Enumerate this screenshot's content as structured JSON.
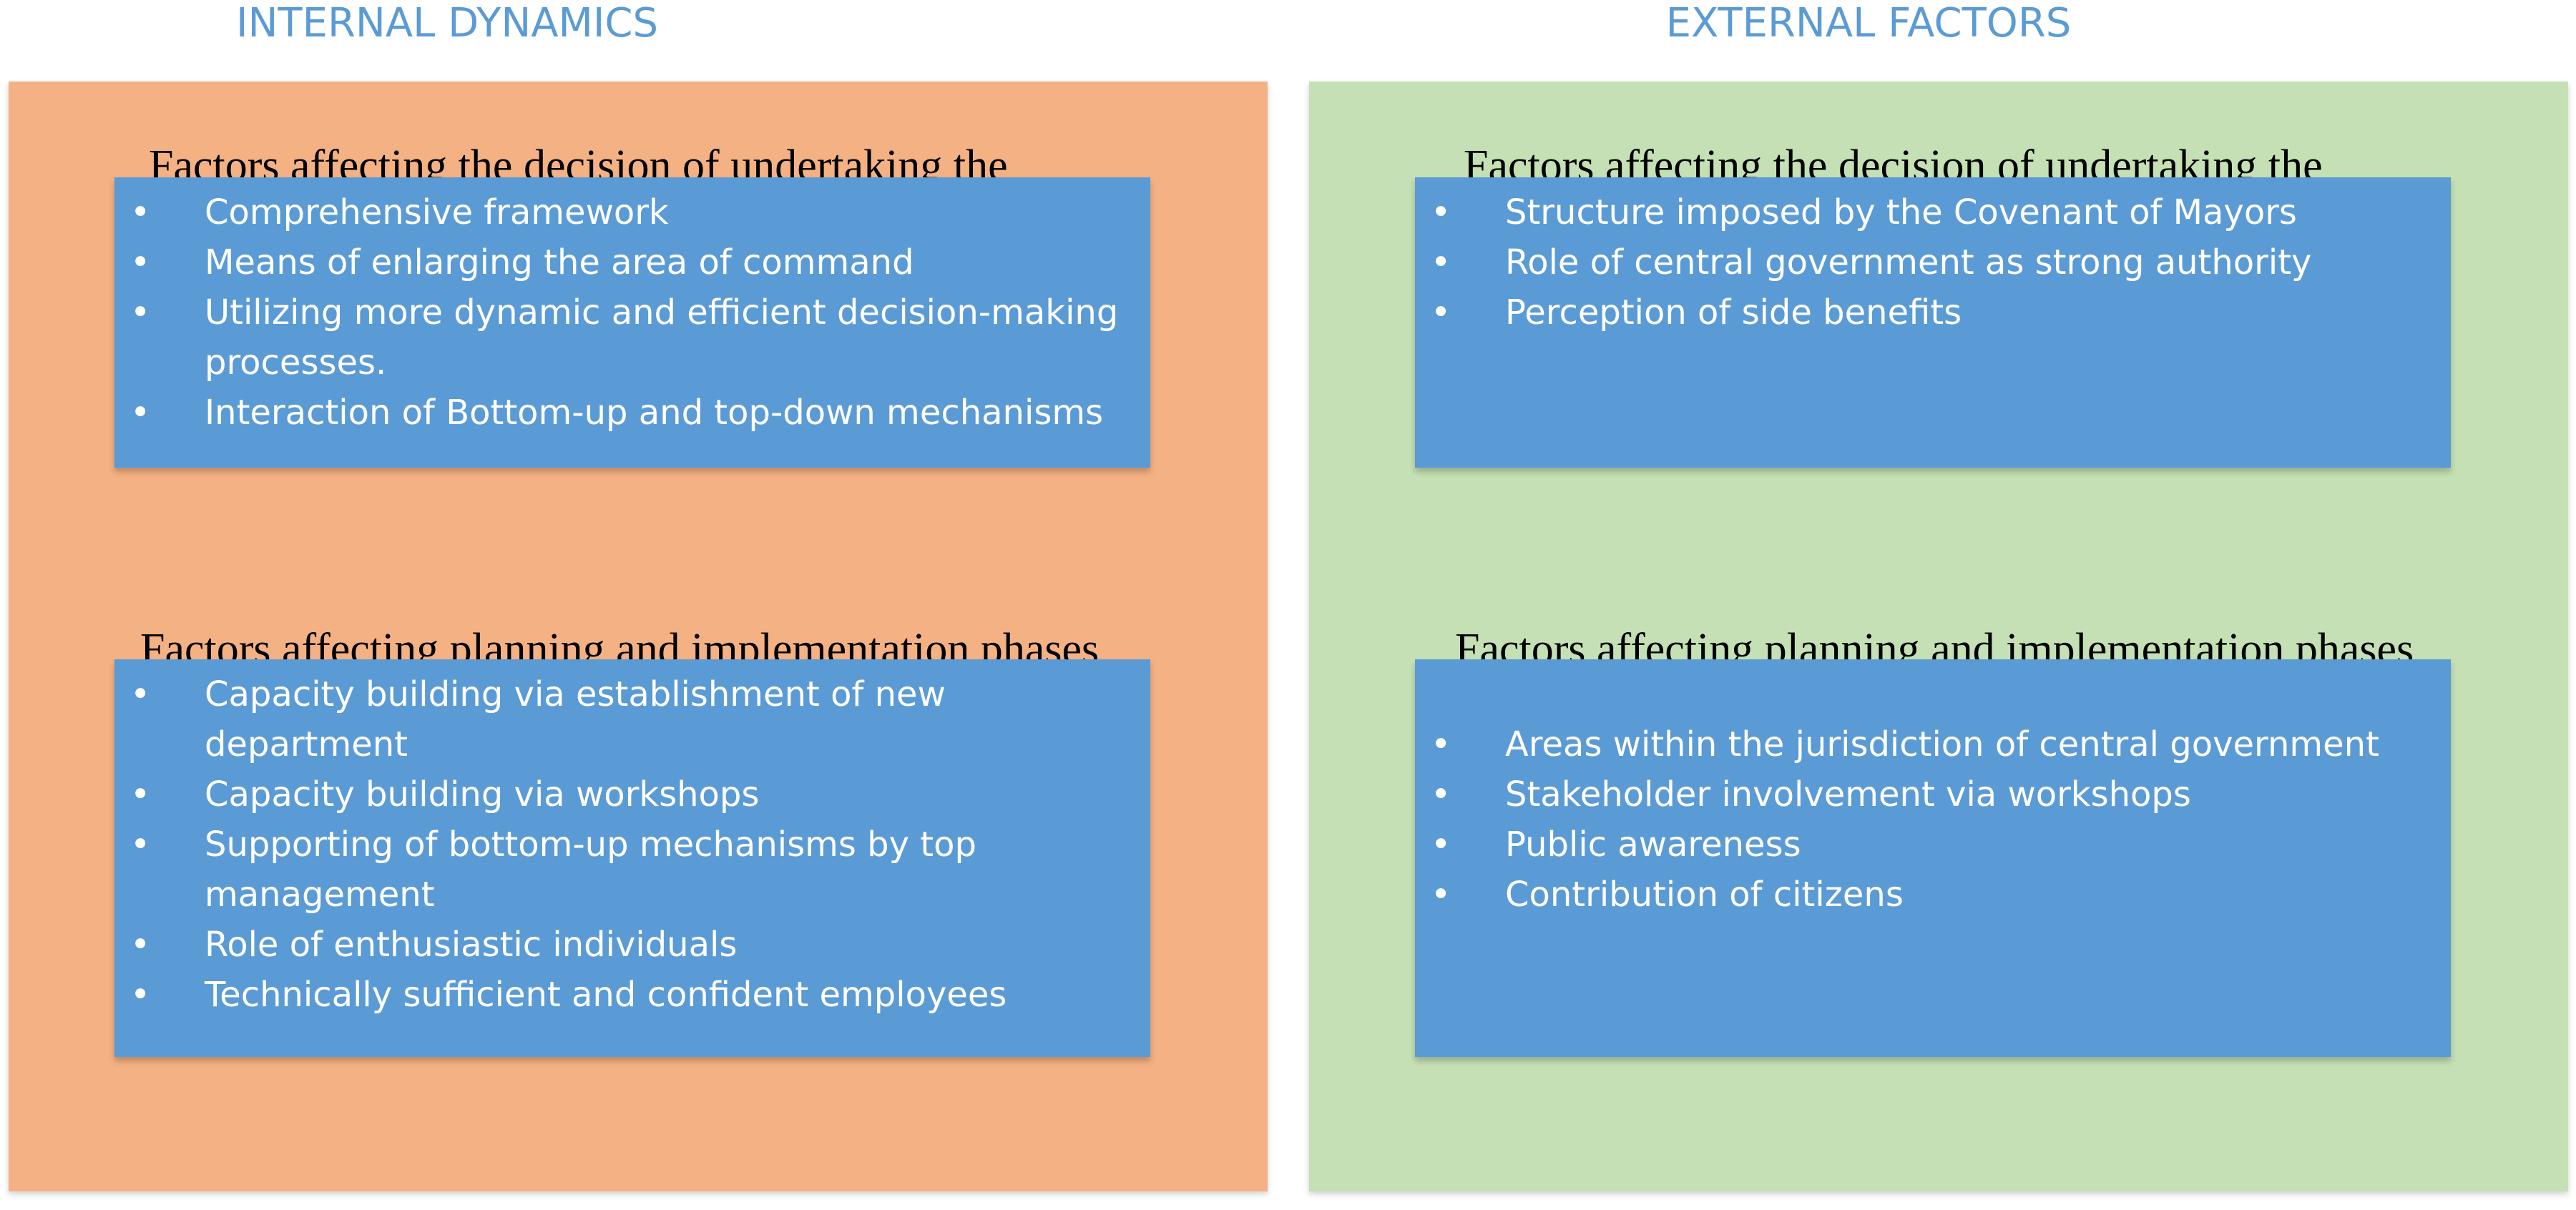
{
  "internal": {
    "title": "INTERNAL DYNAMICS",
    "decision": {
      "heading": "Factors affecting the decision of undertaking the endeavour",
      "items": [
        "Comprehensive framework",
        "Means of enlarging the area of command",
        "Utilizing more dynamic and efficient decision-making processes.",
        "Interaction of Bottom-up and top-down mechanisms"
      ]
    },
    "planning": {
      "heading": "Factors affecting planning and implementation phases",
      "items": [
        "Capacity building via establishment of new department",
        "Capacity building via workshops",
        "Supporting of bottom-up mechanisms by top management",
        "Role of enthusiastic individuals",
        "Technically sufficient and confident employees"
      ]
    }
  },
  "external": {
    "title": "EXTERNAL FACTORS",
    "decision": {
      "heading": "Factors affecting the decision of undertaking the endeavour",
      "items": [
        "Structure imposed by the Covenant of Mayors",
        "Role of central government as strong authority",
        "Perception of side benefits"
      ]
    },
    "planning": {
      "heading": "Factors affecting planning and implementation phases",
      "items": [
        "Areas within the jurisdiction of central government",
        "Stakeholder involvement via workshops",
        "Public awareness",
        "Contribution of citizens"
      ]
    }
  }
}
